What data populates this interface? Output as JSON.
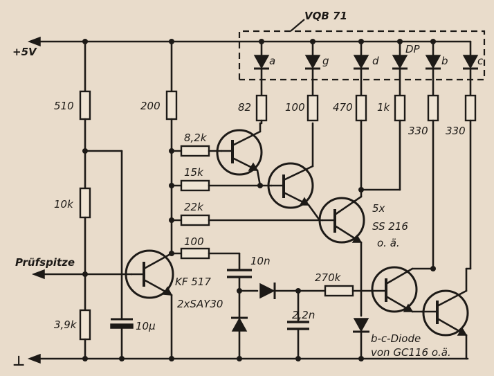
{
  "title": "VQB 71",
  "supply_label": "+5V",
  "ground_symbol": "⊥",
  "probe_label": "Prüfspitze",
  "segments": [
    "a",
    "g",
    "d",
    "DP",
    "b",
    "c"
  ],
  "resistors": {
    "r_div_top": "510",
    "r_div_mid": "10k",
    "r_div_bot": "3,9k",
    "r_collector": "200",
    "r_base1": "8,2k",
    "r_base2": "15k",
    "r_base3": "22k",
    "r_fb": "100",
    "r_seg_a": "82",
    "r_seg_g": "100",
    "r_seg_d": "470",
    "r_seg_dp": "1k",
    "r_seg_b": "330",
    "r_seg_c": "330",
    "r_270": "270k"
  },
  "capacitors": {
    "c_10n": "10n",
    "c_2n2": "2,2n",
    "c_10u": "10µ"
  },
  "transistors": {
    "kf": "KF 517",
    "group_count": "5x",
    "group_type": "SS 216",
    "group_note": "o. ä."
  },
  "diodes": {
    "pair": "2xSAY30",
    "bc_diode_line1": "b-c-Diode",
    "bc_diode_line2": "von GC116 o.ä."
  },
  "icons": [
    "resistor-icon",
    "capacitor-icon",
    "electrolytic-capacitor-icon",
    "diode-icon",
    "led-icon",
    "npn-transistor-icon",
    "ground-icon",
    "arrow-left-icon"
  ]
}
